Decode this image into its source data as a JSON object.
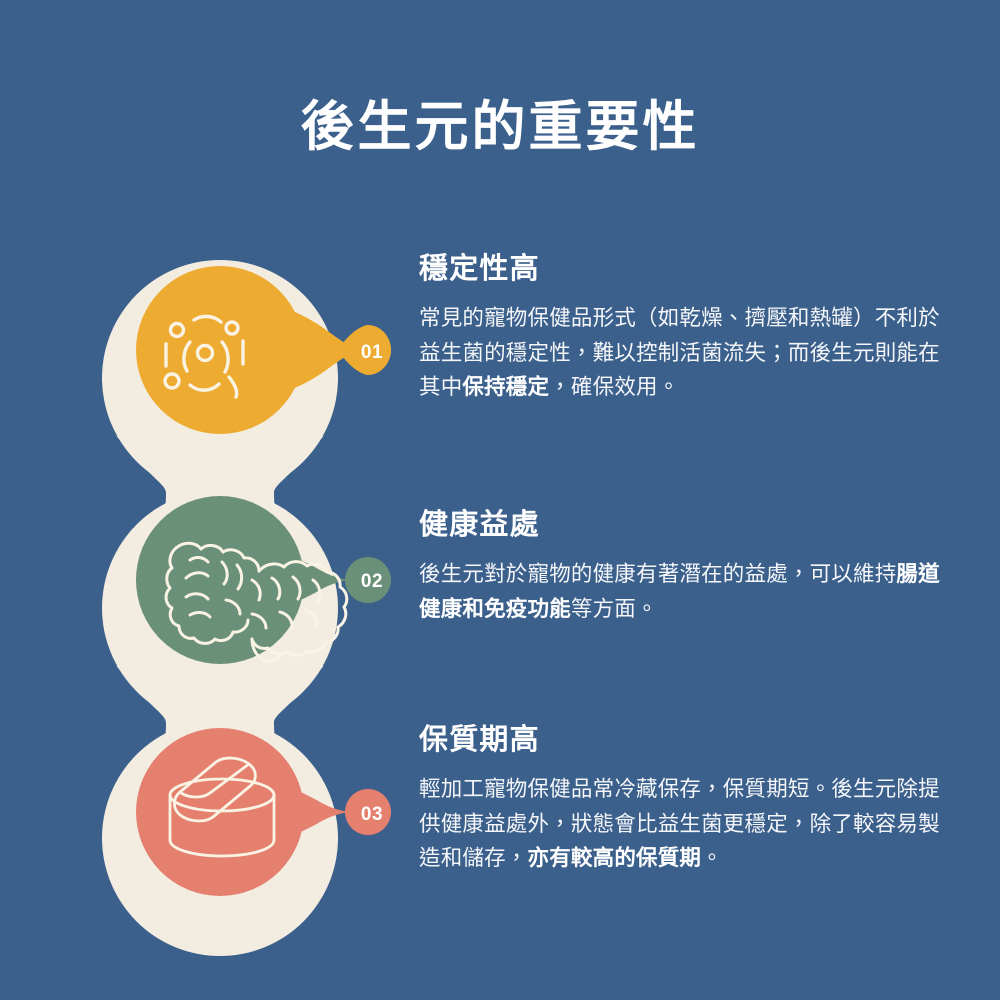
{
  "page": {
    "title": "後生元的重要性",
    "background_color": "#3b608c",
    "cream_color": "#f3ece0",
    "text_color": "#ffffff"
  },
  "sections": [
    {
      "number": "01",
      "accent_color": "#eeab31",
      "icon": "bacteria-icon",
      "heading": "穩定性高",
      "body_parts": [
        {
          "text": "常見的寵物保健品形式（如乾燥、擠壓和熱罐）不利於益生菌的穩定性，難以控制活菌流失；而後生元則能在其中",
          "bold": false
        },
        {
          "text": "保持穩定",
          "bold": true
        },
        {
          "text": "，確保效用。",
          "bold": false
        }
      ],
      "body_plain": "常見的寵物保健品形式（如乾燥、擠壓和熱罐）不利於益生菌的穩定性，難以控制活菌流失；而後生元則能在其中保持穩定，確保效用。"
    },
    {
      "number": "02",
      "accent_color": "#6a9079",
      "icon": "intestine-icon",
      "heading": "健康益處",
      "body_parts": [
        {
          "text": "後生元對於寵物的健康有著潛在的益處，可以維持",
          "bold": false
        },
        {
          "text": "腸道健康和免疫功能",
          "bold": true
        },
        {
          "text": "等方面。",
          "bold": false
        }
      ],
      "body_plain": "後生元對於寵物的健康有著潛在的益處，可以維持腸道健康和免疫功能等方面。"
    },
    {
      "number": "03",
      "accent_color": "#e5806f",
      "icon": "jar-with-open-lid-icon",
      "heading": "保質期高",
      "body_parts": [
        {
          "text": "輕加工寵物保健品常冷藏保存，保質期短。後生元除提供健康益處外，狀態會比益生菌更穩定，除了較容易製造和儲存，",
          "bold": false
        },
        {
          "text": "亦有較高的保質期",
          "bold": true
        },
        {
          "text": "。",
          "bold": false
        }
      ],
      "body_plain": "輕加工寵物保健品常冷藏保存，保質期短。後生元除提供健康益處外，狀態會比益生菌更穩定，除了較容易製造和儲存，亦有較高的保質期。"
    }
  ]
}
